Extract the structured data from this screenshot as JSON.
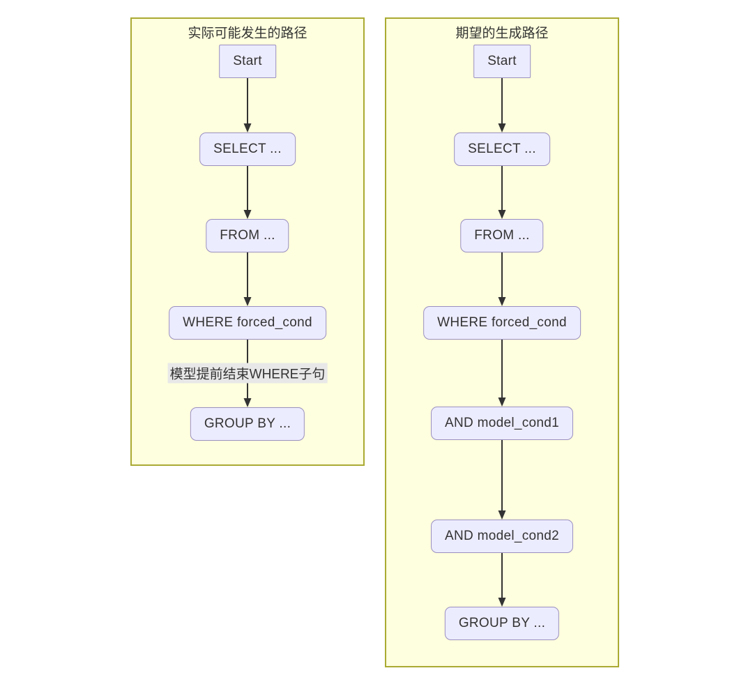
{
  "diagram": {
    "type": "flowchart-comparison",
    "colors": {
      "panel_fill": "#feffde",
      "panel_border": "#aaaa33",
      "node_fill": "#ececff",
      "node_border": "#9a8fbf",
      "arrow": "#333333",
      "edge_label_bg": "#e8e8e8",
      "text": "#333333"
    },
    "panels": [
      {
        "id": "actual",
        "title": "实际可能发生的路径",
        "nodes": [
          {
            "id": "start",
            "label": "Start",
            "shape": "rect"
          },
          {
            "id": "select",
            "label": "SELECT ...",
            "shape": "rounded"
          },
          {
            "id": "from",
            "label": "FROM ...",
            "shape": "rounded"
          },
          {
            "id": "where",
            "label": "WHERE forced_cond",
            "shape": "rounded"
          },
          {
            "id": "group",
            "label": "GROUP BY ...",
            "shape": "rounded"
          }
        ],
        "edges": [
          {
            "from": "start",
            "to": "select"
          },
          {
            "from": "select",
            "to": "from"
          },
          {
            "from": "from",
            "to": "where"
          },
          {
            "from": "where",
            "to": "group",
            "label": "模型提前结束WHERE子句"
          }
        ]
      },
      {
        "id": "expected",
        "title": "期望的生成路径",
        "nodes": [
          {
            "id": "start",
            "label": "Start",
            "shape": "rect"
          },
          {
            "id": "select",
            "label": "SELECT ...",
            "shape": "rounded"
          },
          {
            "id": "from",
            "label": "FROM ...",
            "shape": "rounded"
          },
          {
            "id": "where",
            "label": "WHERE forced_cond",
            "shape": "rounded"
          },
          {
            "id": "and1",
            "label": "AND model_cond1",
            "shape": "rounded"
          },
          {
            "id": "and2",
            "label": "AND model_cond2",
            "shape": "rounded"
          },
          {
            "id": "group",
            "label": "GROUP BY ...",
            "shape": "rounded"
          }
        ],
        "edges": [
          {
            "from": "start",
            "to": "select"
          },
          {
            "from": "select",
            "to": "from"
          },
          {
            "from": "from",
            "to": "where"
          },
          {
            "from": "where",
            "to": "and1"
          },
          {
            "from": "and1",
            "to": "and2"
          },
          {
            "from": "and2",
            "to": "group"
          }
        ]
      }
    ]
  }
}
